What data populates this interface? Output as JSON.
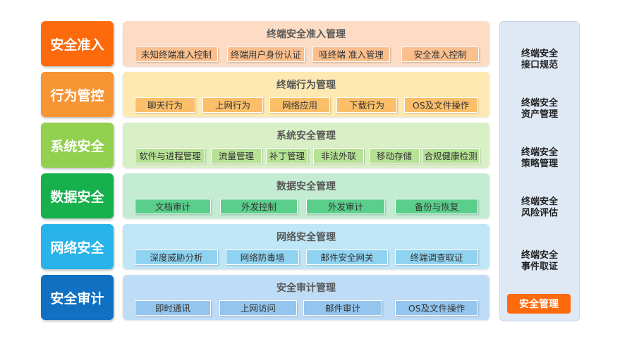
{
  "rows": [
    {
      "label": "安全准入",
      "label_color": "#fd6a0c",
      "panel_color": "#fcdcc4",
      "item_color": "#fbbf8e",
      "title": "终端安全准入管理",
      "items": [
        "未知终端准入控制",
        "终端用户身份认证",
        "哑终端  准入管理",
        "安全准入控制"
      ]
    },
    {
      "label": "行为管控",
      "label_color": "#f79433",
      "panel_color": "#fde9b1",
      "item_color": "#fbbf6a",
      "title": "终端行为管理",
      "items": [
        "聊天行为",
        "上网行为",
        "网络应用",
        "下载行为",
        "OS及文件操作"
      ]
    },
    {
      "label": "系统安全",
      "label_color": "#92d050",
      "panel_color": "#d9f0c6",
      "item_color": "#b6e295",
      "title": "系统安全管理",
      "items": [
        "软件与进程管理",
        "流量管理",
        "补丁管理",
        "非法外联",
        "移动存储",
        "合规健康检测"
      ]
    },
    {
      "label": "数据安全",
      "label_color": "#16b04c",
      "panel_color": "#c3ecd2",
      "item_color": "#59cf8b",
      "title": "数据安全管理",
      "items": [
        "文档审计",
        "外发控制",
        "外发审计",
        "备份与恢复"
      ]
    },
    {
      "label": "网络安全",
      "label_color": "#28b4ea",
      "panel_color": "#bfe6f7",
      "item_color": "#8fd3f1",
      "title": "网络安全管理",
      "items": [
        "深度威胁分析",
        "网络防毒墙",
        "邮件安全网关",
        "终端调查取证"
      ]
    },
    {
      "label": "安全审计",
      "label_color": "#1070c2",
      "panel_color": "#bfdcf6",
      "item_color": "#93c5ee",
      "title": "安全审计管理",
      "items": [
        "即时通讯",
        "上网访问",
        "邮件审计",
        "OS及文件操作"
      ]
    }
  ],
  "side": {
    "items": [
      {
        "line1": "终端安全",
        "line2": "接口规范"
      },
      {
        "line1": "终端安全",
        "line2": "资产管理"
      },
      {
        "line1": "终端安全",
        "line2": "策略管理"
      },
      {
        "line1": "终端安全",
        "line2": "风险评估"
      },
      {
        "line1": "终端安全",
        "line2": "事件取证"
      }
    ],
    "button": "安全管理"
  }
}
